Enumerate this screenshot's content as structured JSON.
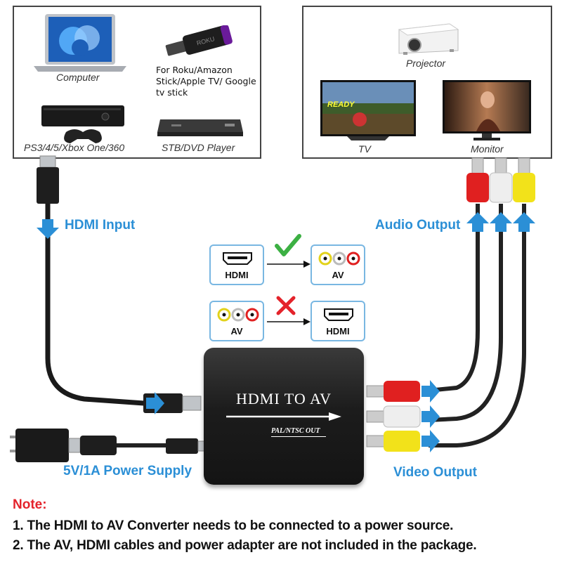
{
  "sources": {
    "computer": "Computer",
    "stick_note": "For Roku/Amazon Stick/Apple TV/ Google tv stick",
    "console": "PS3/4/5/Xbox One/360",
    "stb": "STB/DVD Player"
  },
  "outputs": {
    "projector": "Projector",
    "tv": "TV",
    "monitor": "Monitor"
  },
  "labels": {
    "hdmi_input": "HDMI Input",
    "audio_output": "Audio Output",
    "video_output": "Video Output",
    "power_supply": "5V/1A Power Supply"
  },
  "conversion": {
    "supported_from": "HDMI",
    "supported_to": "AV",
    "unsupported_from": "AV",
    "unsupported_to": "HDMI"
  },
  "converter": {
    "title": "HDMI TO AV",
    "subtitle": "PAL/NTSC OUT"
  },
  "note": {
    "title": "Note:",
    "line1": "1. The HDMI to AV Converter needs to be connected to a power source.",
    "line2": "2. The AV, HDMI cables and power adapter are not included in the package."
  },
  "colors": {
    "accent_blue": "#2b8fd6",
    "note_red": "#e4232b",
    "rca_red": "#e02020",
    "rca_white": "#eeeeee",
    "rca_yellow": "#f2e21a",
    "check_green": "#3cb043"
  },
  "icons": [
    "check-icon",
    "cross-icon",
    "hdmi-port-icon",
    "rca-jacks-icon",
    "arrow-down-icon",
    "arrow-up-icon",
    "arrow-right-icon"
  ]
}
